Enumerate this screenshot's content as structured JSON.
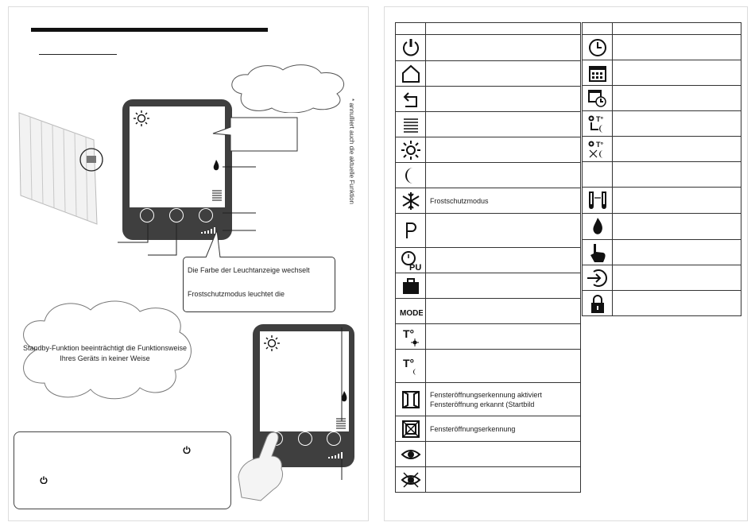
{
  "left_page": {
    "cloud_bottom_left_text": "Standby-Funktion beeinträchtigt die Funktionsweise Ihres Geräts in keiner Weise",
    "callout_line1": "Die Farbe der Leuchtanzeige wechselt",
    "callout_line2": "Frostschutzmodus leuchtet die",
    "side_note": "* annulliert auch die aktuelle Funktion"
  },
  "right_page": {
    "left_column": [
      {
        "icon": "power-icon",
        "text": ""
      },
      {
        "icon": "home-icon",
        "text": ""
      },
      {
        "icon": "back-arrow-icon",
        "text": ""
      },
      {
        "icon": "menu-lines-icon",
        "text": ""
      },
      {
        "icon": "sun-icon",
        "text": ""
      },
      {
        "icon": "moon-icon",
        "text": ""
      },
      {
        "icon": "snowflake-icon",
        "text": "Frostschutzmodus"
      },
      {
        "icon": "p-letter-icon",
        "text": ""
      },
      {
        "icon": "clock-pu-icon",
        "text": ""
      },
      {
        "icon": "suitcase-icon",
        "text": ""
      },
      {
        "icon": "mode-text-icon",
        "text": "",
        "glyph": "MODE"
      },
      {
        "icon": "temp-sun-icon",
        "text": ""
      },
      {
        "icon": "temp-moon-icon",
        "text": ""
      },
      {
        "icon": "window-open-icon",
        "text": "Fensteröffnungserkennung aktiviert\nFensteröffnung erkannt (Startbild"
      },
      {
        "icon": "window-crossed-icon",
        "text": "Fensteröffnungserkennung"
      },
      {
        "icon": "eye-icon",
        "text": ""
      },
      {
        "icon": "eye-crossed-icon",
        "text": ""
      }
    ],
    "right_column": [
      {
        "icon": "clock-icon",
        "text": ""
      },
      {
        "icon": "calendar-icon",
        "text": ""
      },
      {
        "icon": "calendar-clock-icon",
        "text": ""
      },
      {
        "icon": "temp-sun-moon-icon",
        "text": ""
      },
      {
        "icon": "temp-sun-moon-crossed-icon",
        "text": ""
      },
      {
        "icon": "blank-icon",
        "text": ""
      },
      {
        "icon": "thermometer-range-icon",
        "text": ""
      },
      {
        "icon": "flame-icon",
        "text": ""
      },
      {
        "icon": "hand-pointer-icon",
        "text": ""
      },
      {
        "icon": "login-arrow-icon",
        "text": ""
      },
      {
        "icon": "lock-icon",
        "text": ""
      }
    ]
  },
  "colors": {
    "device_body": "#3f3f3f",
    "text": "#222222",
    "border": "#333333"
  }
}
